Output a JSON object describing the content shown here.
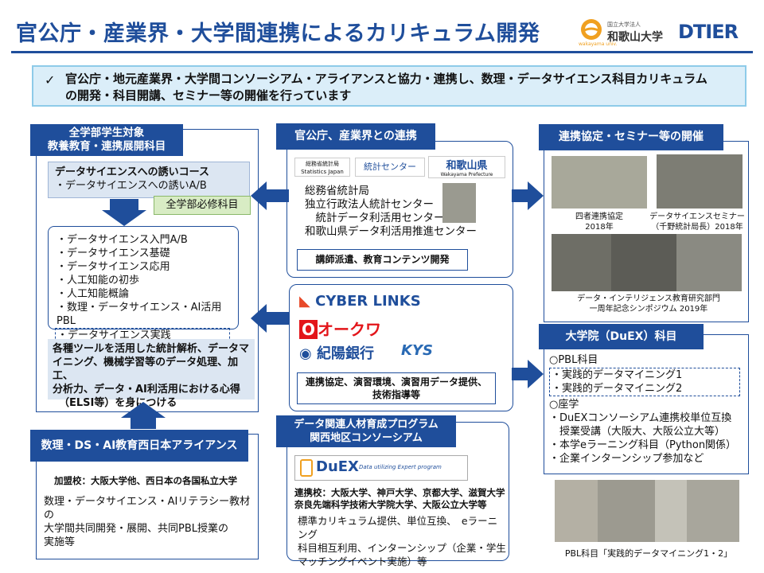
{
  "title": "官公庁・産業界・大学間連携によるカリキュラム開発",
  "logos": {
    "wakayama_small": "和歌山大学",
    "wakayama_sub": "wakayama univ.",
    "dtier": "DTIER"
  },
  "summary": {
    "check": "✓",
    "line1": "官公庁・地元産業界・大学間コンソーシアム・アライアンスと協力・連携し、数理・データサイエンス科目カリキュラム",
    "line2": "の開発・科目開講、セミナー等の開催を行っています"
  },
  "left": {
    "header1": "全学部学生対象",
    "header2": "教養教育・連携展開科目",
    "invite_title": "データサイエンスへの誘いコース",
    "invite_item": "・データサイエンスへの誘いA/B",
    "required_badge": "全学部必修科目",
    "courses": [
      "・データサイエンス入門A/B",
      "・データサイエンス基礎",
      "・データサイエンス応用",
      "・人工知能の初歩",
      "・人工知能概論",
      "・数理・データサイエンス・AI活用PBL",
      "・データサイエンス実践"
    ],
    "skills": [
      "各種ツールを活用した統計解析、データマ",
      "イニング、機械学習等のデータ処理、加工、",
      "分析力、データ・AI利活用における心得",
      "（ELSI等）を身につける"
    ],
    "alliance_title": "数理・DS・AI教育西日本アライアンス",
    "alliance_members": "加盟校：大阪大学他、西日本の各国私立大学",
    "alliance_desc": [
      "数理・データサイエンス・AIリテラシー教材の",
      "大学間共同開発・展開、共同PBL授業の",
      "実施等"
    ]
  },
  "center": {
    "gov_title": "官公庁、産業界との連携",
    "gov_logos": [
      "総務省統計局",
      "統計センター",
      "和歌山県",
      "Statistics Japan",
      "Wakayama Prefecture"
    ],
    "gov_list": [
      "総務省統計局",
      "独立行政法人統計センター",
      "　統計データ利活用センター",
      "和歌山県データ利活用推進センター"
    ],
    "gov_dispatch": "講師派遣、教育コンテンツ開発",
    "industry_logos": [
      "CYBER LINKS",
      "オークワ",
      "紀陽銀行",
      "KYS"
    ],
    "industry_desc": [
      "連携協定、演習環境、演習用データ提供、",
      "技術指導等"
    ],
    "kansai_title1": "データ関連人材育成プログラム",
    "kansai_title2": "関西地区コンソーシアム",
    "duex_logo": "DuEX",
    "duex_logo_sub": "Data utilizing Expert program",
    "kansai_members": [
      "連携校：大阪大学、神戸大学、京都大学、滋賀大学",
      "奈良先端科学技術大学院大学、大阪公立大学等"
    ],
    "kansai_desc": [
      "標準カリキュラム提供、単位互換、　eラーニング",
      "科目相互利用、インターンシップ（企業・学生",
      "マッチングイベント実施）等"
    ]
  },
  "right": {
    "seminar_title": "連携協定・セミナー等の開催",
    "cap1": [
      "四者連携協定",
      "2018年"
    ],
    "cap2": [
      "データサイエンスセミナー",
      "（千野統計局長）2018年"
    ],
    "cap3": [
      "データ・インテリジェンス教育研究部門",
      "一周年記念シンポジウム 2019年"
    ],
    "grad_title": "大学院（DuEX）科目",
    "pbl_head": "○PBL科目",
    "pbl_items": [
      "・実践的データマイニング1",
      "・実践的データマイニング2"
    ],
    "za_head": "○座学",
    "za_items": [
      "・DuEXコンソーシアム連携校単位互換",
      "　授業受講（大阪大、大阪公立大等）",
      "・本学eラーニング科目（Python関係）",
      "・企業インターンシップ参加など"
    ],
    "pbl_caption": "PBL科目「実践的データマイニング1・2」"
  },
  "colors": {
    "primary": "#1f4e9b",
    "light_box": "#dce6f2",
    "summary_bg": "#dbeef9",
    "required_bg": "#d8ecc4"
  }
}
